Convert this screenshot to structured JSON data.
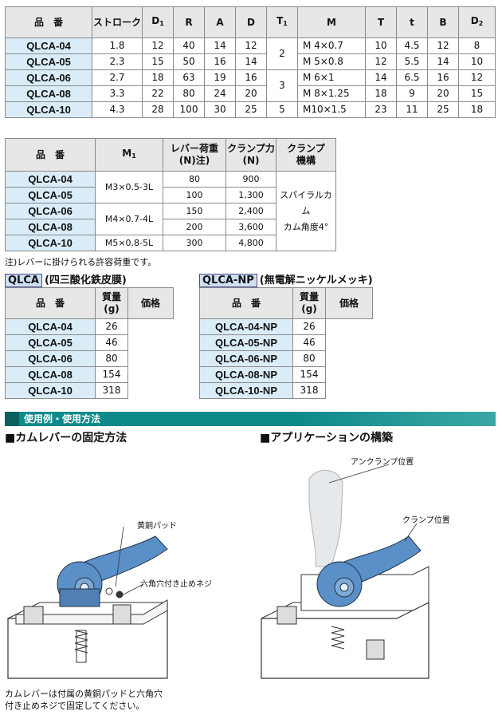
{
  "table1": {
    "headers": [
      "品　番",
      "ストローク",
      "D1",
      "R",
      "A",
      "D",
      "T1",
      "M",
      "T",
      "t",
      "B",
      "D2"
    ],
    "rows": [
      [
        "QLCA-04",
        "1.8",
        "12",
        "40",
        "14",
        "12",
        "2",
        "M 4×0.7",
        "10",
        "4.5",
        "12",
        "8"
      ],
      [
        "QLCA-05",
        "2.3",
        "15",
        "50",
        "16",
        "14",
        "",
        "M 5×0.8",
        "12",
        "5.5",
        "14",
        "10"
      ],
      [
        "QLCA-06",
        "2.7",
        "18",
        "63",
        "19",
        "16",
        "3",
        "M 6×1",
        "14",
        "6.5",
        "16",
        "12"
      ],
      [
        "QLCA-08",
        "3.3",
        "22",
        "80",
        "24",
        "20",
        "",
        "M 8×1.25",
        "18",
        "9",
        "20",
        "15"
      ],
      [
        "QLCA-10",
        "4.3",
        "28",
        "100",
        "30",
        "25",
        "5",
        "M10×1.5",
        "23",
        "11",
        "25",
        "18"
      ]
    ]
  },
  "table2": {
    "headers": [
      "品　番",
      "M1",
      "レバー荷重\n(N)注)",
      "クランプ力\n(N)",
      "クランプ\n機構"
    ],
    "part_numbers": [
      "QLCA-04",
      "QLCA-05",
      "QLCA-06",
      "QLCA-08",
      "QLCA-10"
    ],
    "m1": [
      "M3×0.5-3L",
      "M4×0.7-4L",
      "M5×0.8-5L"
    ],
    "lever_load": [
      "80",
      "100",
      "150",
      "200",
      "300"
    ],
    "clamp_force": [
      "900",
      "1,300",
      "2,400",
      "3,600",
      "4,800"
    ],
    "mechanism": "スパイラルカム\nカム角度4°",
    "note": "注)レバーに掛けられる許容荷重です。"
  },
  "qlca": {
    "tag": "QLCA",
    "title": "(四三酸化鉄皮膜)",
    "headers": [
      "品　番",
      "質量\n(g)",
      "価格"
    ],
    "rows": [
      [
        "QLCA-04",
        "26"
      ],
      [
        "QLCA-05",
        "46"
      ],
      [
        "QLCA-06",
        "80"
      ],
      [
        "QLCA-08",
        "154"
      ],
      [
        "QLCA-10",
        "318"
      ]
    ]
  },
  "qlca_np": {
    "tag": "QLCA-NP",
    "title": "(無電解ニッケルメッキ)",
    "headers": [
      "品　番",
      "質量\n(g)",
      "価格"
    ],
    "rows": [
      [
        "QLCA-04-NP",
        "26"
      ],
      [
        "QLCA-05-NP",
        "46"
      ],
      [
        "QLCA-06-NP",
        "80"
      ],
      [
        "QLCA-08-NP",
        "154"
      ],
      [
        "QLCA-10-NP",
        "318"
      ]
    ]
  },
  "usage": {
    "bar_title": "使用例・使用方法",
    "left_title": "■カムレバーの固定方法",
    "right_title": "■アプリケーションの構築",
    "label_brass_pad": "黄銅パッド",
    "label_set_screw": "六角穴付き止めネジ",
    "label_unclamp": "アンクランプ位置",
    "label_clamp": "クランプ位置",
    "caption": "カムレバーは付属の黄銅パッドと六角穴\n付き止めネジで固定してください。"
  },
  "colors": {
    "part_bg": "#d9ecf8",
    "header_bg": "#e7e7e7",
    "bar": "#0f8a8a",
    "lever": "#5b8fc7"
  }
}
